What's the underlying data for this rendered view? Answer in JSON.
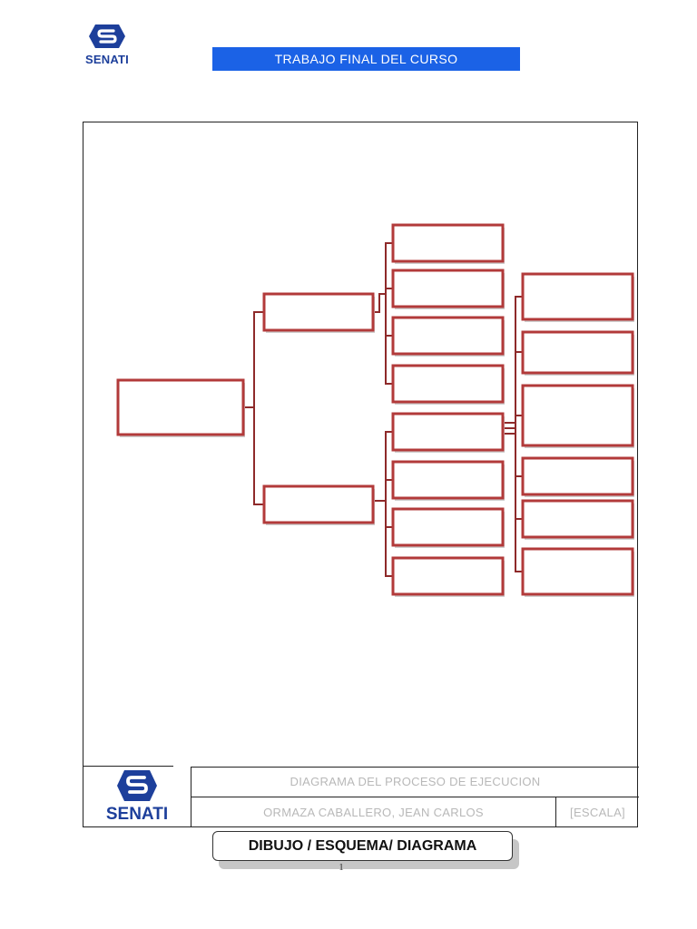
{
  "header": {
    "logo_text": "SENATI",
    "title": "TRABAJO FINAL DEL CURSO"
  },
  "diagram": {
    "root": {
      "label": ""
    },
    "level1": [
      {
        "label": ""
      },
      {
        "label": ""
      }
    ],
    "level2_top": [
      {
        "label": ""
      },
      {
        "label": ""
      },
      {
        "label": ""
      },
      {
        "label": ""
      }
    ],
    "level2_bottom": [
      {
        "label": ""
      },
      {
        "label": ""
      },
      {
        "label": ""
      },
      {
        "label": ""
      }
    ],
    "level3": [
      {
        "label": ""
      },
      {
        "label": ""
      },
      {
        "label": ""
      },
      {
        "label": ""
      },
      {
        "label": ""
      },
      {
        "label": ""
      }
    ],
    "box_border_color": "#b23a3a",
    "connector_color": "#8e2a2a"
  },
  "title_block": {
    "logo_text": "SENATI",
    "drawing_title": "DIAGRAMA DEL PROCESO DE EJECUCION",
    "author": "ORMAZA CABALLERO, JEAN CARLOS",
    "scale": "[ESCALA]"
  },
  "footer": {
    "label": "DIBUJO / ESQUEMA/ DIAGRAMA",
    "page_number": "1"
  },
  "colors": {
    "brand_blue": "#1b62e6",
    "logo_blue": "#1d3f9b"
  }
}
